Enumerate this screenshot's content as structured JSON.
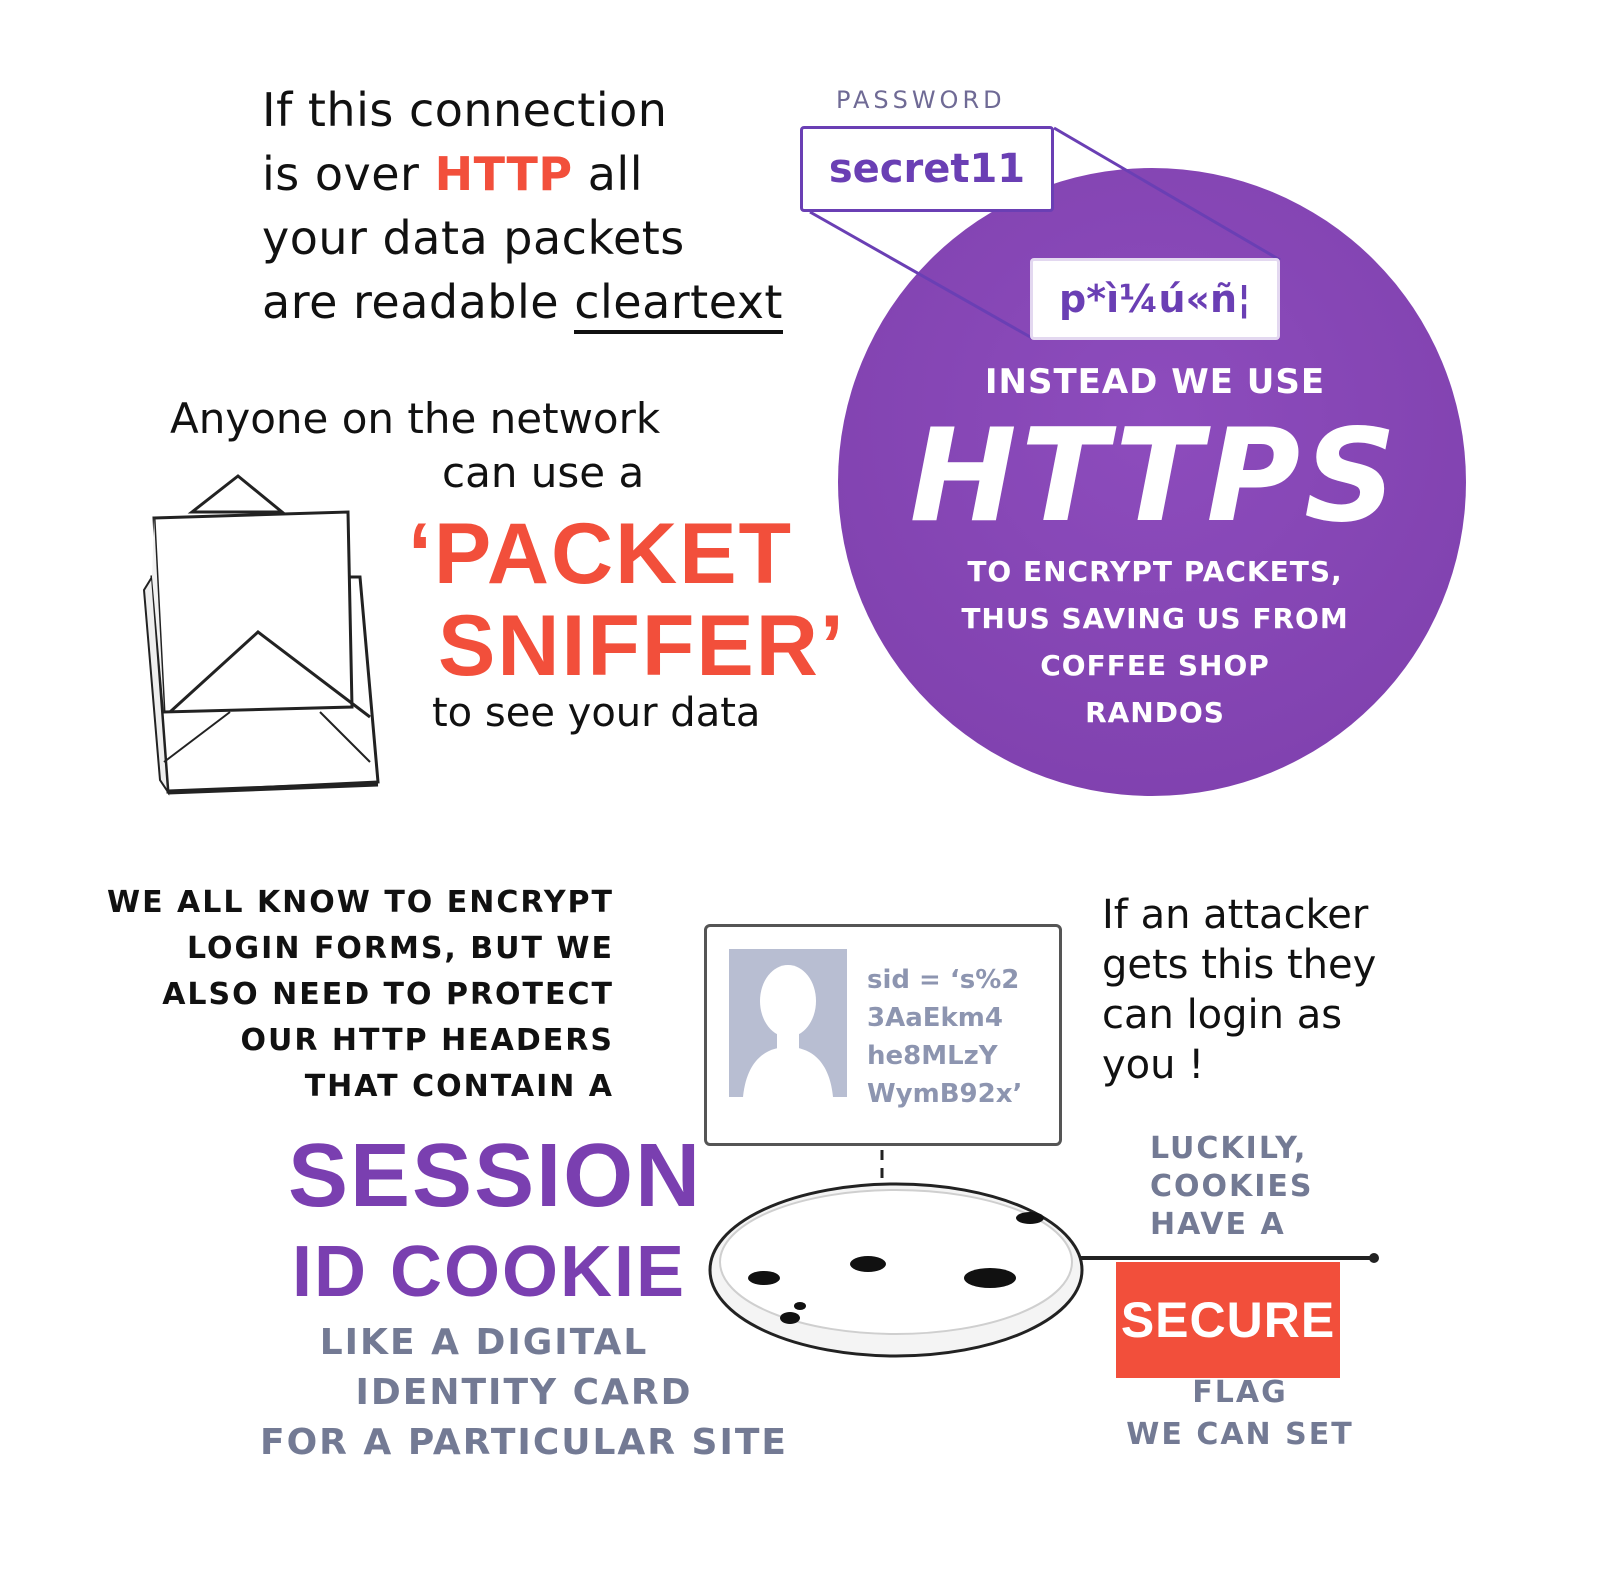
{
  "intro": {
    "line1": "If this connection",
    "line2_pre": "is over ",
    "line2_http": "HTTP",
    "line2_post": " all",
    "line3": "your data packets",
    "line4_pre": "are readable ",
    "line4_cleartext": "cleartext"
  },
  "password": {
    "label": "PASSWORD",
    "value": "secret11",
    "encrypted": "p*ì¼ú«ñ¦"
  },
  "https_circle": {
    "instead": "INSTEAD WE USE",
    "https": "HTTPS",
    "line1": "TO ENCRYPT PACKETS,",
    "line2": "THUS SAVING US FROM",
    "line3": "COFFEE SHOP",
    "line4": "RANDOS"
  },
  "network": {
    "line1": "Anyone on the network",
    "line2": "can use a",
    "sniffer1": "‘PACKET",
    "sniffer2": "SNIFFER’",
    "line3": "to see your data"
  },
  "headers": {
    "line1": "WE ALL KNOW TO ENCRYPT",
    "line2": "LOGIN FORMS, BUT WE",
    "line3": "ALSO NEED TO PROTECT",
    "line4": "OUR HTTP HEADERS",
    "line5": "THAT CONTAIN A"
  },
  "session": {
    "line1": "SESSION",
    "line2": "ID COOKIE",
    "desc1": "LIKE A DIGITAL",
    "desc2": "IDENTITY CARD",
    "desc3": "FOR A PARTICULAR SITE"
  },
  "id_card": {
    "sid1": "sid = ‘s%2",
    "sid2": "3AaEkm4",
    "sid3": "he8MLzY",
    "sid4": "WymB92x’"
  },
  "attacker": {
    "line1": "If an attacker",
    "line2": "gets this they",
    "line3": "can login as",
    "line4": "you !"
  },
  "secure": {
    "luckily1": "LUCKILY,",
    "luckily2": "COOKIES",
    "luckily3": "HAVE A",
    "flag": "SECURE",
    "after1": "FLAG",
    "after2": "WE CAN SET"
  },
  "colors": {
    "accent_red": "#f24f3b",
    "purple": "#7d3fab",
    "grey_text": "#737a94"
  }
}
